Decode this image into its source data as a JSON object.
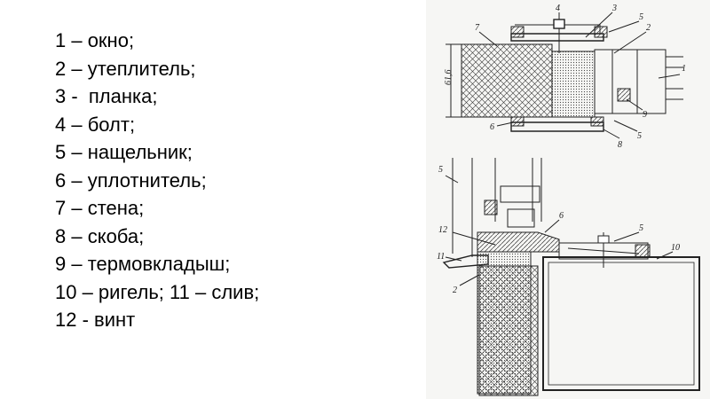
{
  "legend": {
    "items": [
      "1 – окно;",
      "2 – утеплитель;",
      "3 -  планка;",
      "4 – болт;",
      "5 – нащельник;",
      "6 – уплотнитель;",
      "7 – стена;",
      "8 – скоба;",
      "9 – термовкладыш;",
      "10 – ригель; 11 – слив;",
      "12 - винт"
    ]
  },
  "drawing": {
    "dimension": "61,6",
    "callouts": {
      "top": [
        "7",
        "4",
        "3",
        "5",
        "2",
        "1",
        "6",
        "8",
        "5",
        "9"
      ],
      "bottom": [
        "5",
        "6",
        "12",
        "11",
        "5",
        "10",
        "2"
      ]
    }
  }
}
